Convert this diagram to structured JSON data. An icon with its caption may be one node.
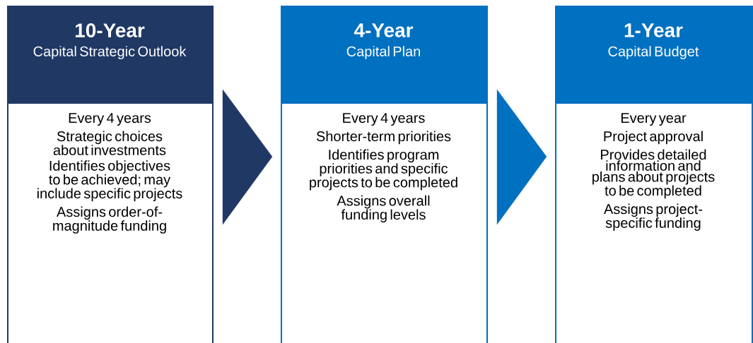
{
  "diagram": {
    "nodes": [
      {
        "text": [
          "10-Year",
          "Capital Strategic Outlook",
          "Every 4 years",
          "Strategic choices about investments",
          "Identifies objectives to be achieved; may include specific projects",
          "Assigns order-of-magnitude funding"
        ]
      },
      {
        "text": [
          "4-Year",
          "Capital Plan",
          "Every 4 years",
          "Shorter-term priorities",
          "Identifies program priorities and specific projects to be completed",
          "Assigns overall funding levels"
        ]
      },
      {
        "text": [
          "1-Year",
          "Capital Budget",
          "Every year",
          "Project approval",
          "Provides detailed information and plans about projects to be completed",
          "Assigns project-specific funding"
        ]
      }
    ],
    "edges": [
      {
        "from": 0,
        "to": 1,
        "arrow": "to",
        "color": "#203864"
      },
      {
        "from": 1,
        "to": 2,
        "arrow": "to",
        "color": "#0070c0"
      }
    ]
  }
}
